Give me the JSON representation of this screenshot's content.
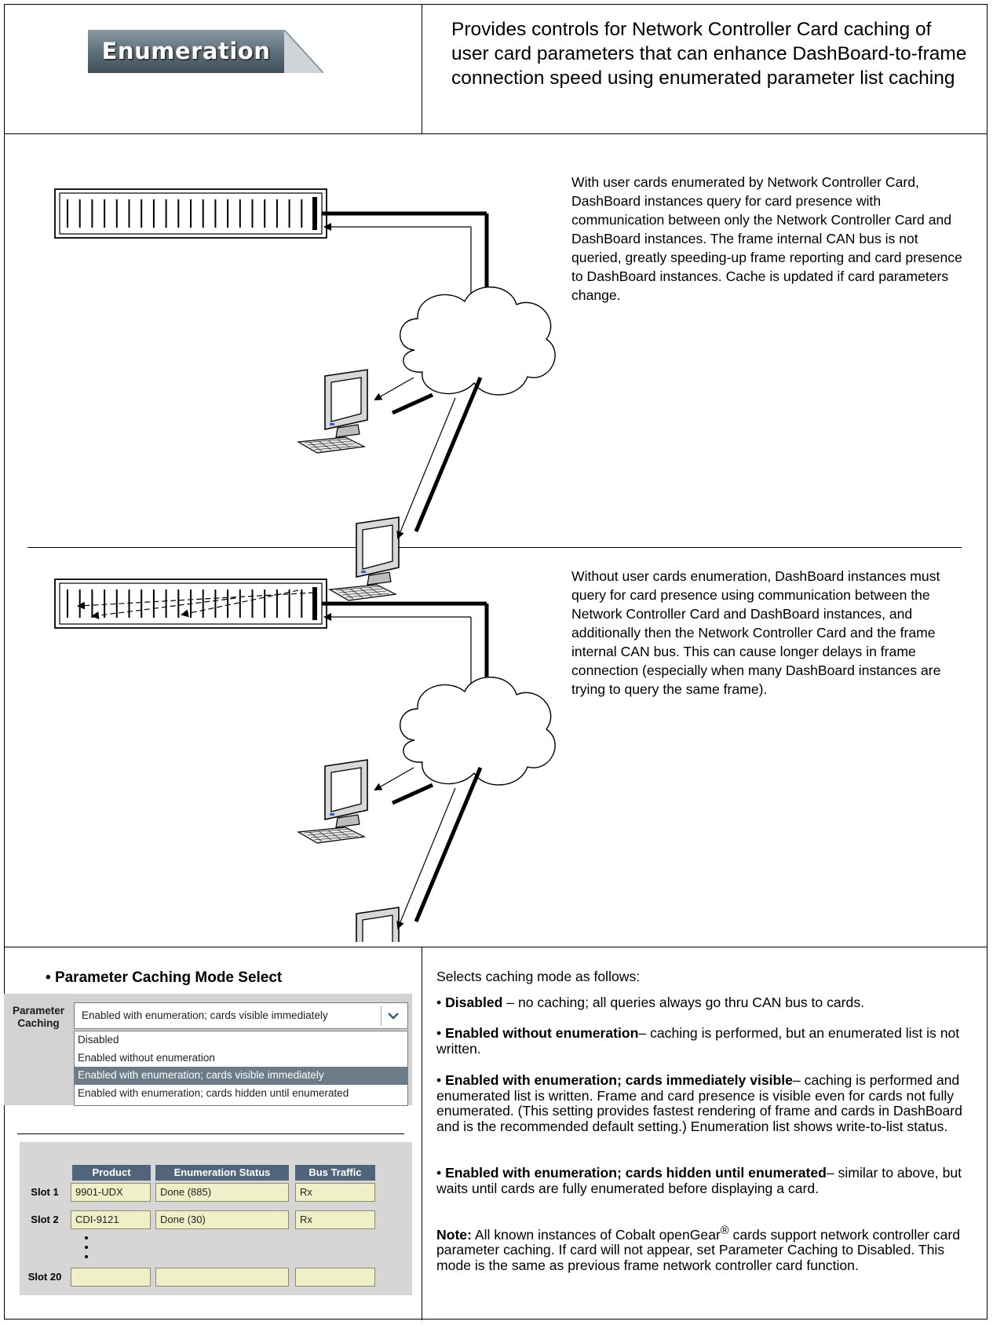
{
  "header": {
    "tab_label": "Enumeration",
    "description": "Provides controls for Network Controller Card caching of user card parameters that can enhance DashBoard-to-frame connection speed using enumerated parameter list caching"
  },
  "diagram_with": {
    "description": "With user cards enumerated by Network Controller Card, DashBoard instances query for card presence with communication between only the Network Controller Card and DashBoard instances. The frame internal CAN bus is not queried, greatly speeding-up frame reporting and card presence to DashBoard instances. Cache is updated if card parameters change."
  },
  "diagram_without": {
    "description": "Without user cards enumeration, DashBoard instances must query for card presence using communication between the Network Controller Card and DashBoard instances, and additionally then the Network Controller Card and the frame internal CAN bus. This can cause longer delays in frame connection (especially when many DashBoard instances are trying to query the same frame)."
  },
  "caching_control": {
    "bullet_title": "Parameter Caching Mode Select",
    "label": "Parameter Caching",
    "selected_value": "Enabled with enumeration; cards visible immediately",
    "options": [
      "Disabled",
      "Enabled without enumeration",
      "Enabled with enumeration; cards visible immediately",
      "Enabled with enumeration; cards hidden until enumerated"
    ]
  },
  "status_table": {
    "columns": [
      "Product",
      "Enumeration Status",
      "Bus Traffic"
    ],
    "rows": [
      {
        "slot": "Slot 1",
        "product": "9901-UDX",
        "status": "Done (885)",
        "traffic": "Rx"
      },
      {
        "slot": "Slot 2",
        "product": "CDI-9121",
        "status": "Done (30)",
        "traffic": "Rx"
      },
      {
        "slot": "Slot 20",
        "product": "",
        "status": "",
        "traffic": ""
      }
    ]
  },
  "modes": {
    "intro": "Selects caching mode as follows:",
    "items": [
      {
        "term": "Disabled",
        "text": " – no caching; all queries always go thru CAN bus to cards."
      },
      {
        "term": "Enabled without enumeration",
        "text": "– caching is performed, but an enumerated list is not written."
      },
      {
        "term": "Enabled with enumeration; cards immediately visible",
        "text": "– caching is performed and enumerated list is written. Frame and card presence is visible even for cards not fully enumerated. (This setting provides fastest rendering of frame and cards in DashBoard and is the recommended default setting.) Enumeration list shows write-to-list status."
      },
      {
        "term": "Enabled with enumeration; cards hidden until enumerated",
        "text": "– similar to above, but waits until cards are fully enumerated before displaying a card."
      }
    ],
    "note_label": "Note:",
    "note_text_before": " All known instances of Cobalt openGear",
    "note_registered": "®",
    "note_text_after": " cards support network controller card parameter caching. If card will not appear, set Parameter Caching to Disabled. This mode is the same as previous frame network controller card function."
  }
}
